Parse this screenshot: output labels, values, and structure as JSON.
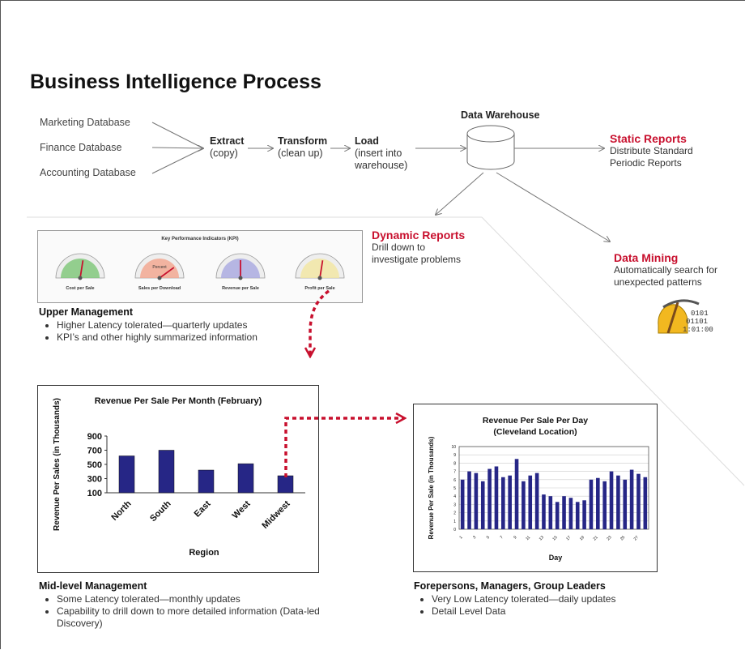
{
  "title": "Business Intelligence Process",
  "sources": [
    "Marketing Database",
    "Finance Database",
    "Accounting Database"
  ],
  "steps": {
    "extract": {
      "label": "Extract",
      "sub": "(copy)"
    },
    "transform": {
      "label": "Transform",
      "sub": "(clean up)"
    },
    "load": {
      "label": "Load",
      "sub1": "(insert into",
      "sub2": "warehouse)"
    }
  },
  "warehouse": {
    "label": "Data Warehouse"
  },
  "static_reports": {
    "title": "Static Reports",
    "line1": "Distribute Standard",
    "line2": "Periodic Reports"
  },
  "dynamic_reports": {
    "title": "Dynamic Reports",
    "line1": "Drill down to",
    "line2": "investigate problems"
  },
  "data_mining": {
    "title": "Data Mining",
    "line1": "Automatically search for",
    "line2": "unexpected patterns"
  },
  "kpi_panel": {
    "title": "Key Performance Indicators (KPI)",
    "gauges": [
      {
        "label": "Cost per Sale",
        "color": "#7cc576",
        "level": 0.55
      },
      {
        "label": "Sales per Download",
        "color": "#f2a48c",
        "level": 0.8,
        "inner": "Percent"
      },
      {
        "label": "Revenue per Sale",
        "color": "#a8a8e0",
        "level": 0.5
      },
      {
        "label": "Profit per Sale",
        "color": "#f2e6a0",
        "level": 0.55
      }
    ]
  },
  "upper": {
    "heading": "Upper Management",
    "bullets": [
      "Higher Latency tolerated—quarterly updates",
      "KPI’s and other highly summarized information"
    ]
  },
  "mid": {
    "heading": "Mid-level Management",
    "bullets": [
      "Some Latency tolerated—monthly updates",
      "Capability to drill down to more detailed information (Data-led Discovery)"
    ]
  },
  "fore": {
    "heading": "Forepersons, Managers, Group Leaders",
    "bullets": [
      "Very Low Latency tolerated—daily updates",
      "Detail Level Data"
    ]
  },
  "colors": {
    "bar": "#262686",
    "accent": "#c8102e",
    "dashed": "#c8102e"
  },
  "chart_data": [
    {
      "type": "bar",
      "title": "Revenue Per Sale Per Month (February)",
      "xlabel": "Region",
      "ylabel": "Revenue Per Sales (in Thousands)",
      "categories": [
        "North",
        "South",
        "East",
        "West",
        "Midwest"
      ],
      "values": [
        620,
        700,
        420,
        510,
        340
      ],
      "ylim": [
        100,
        900
      ],
      "yticks": [
        100,
        300,
        500,
        700,
        900
      ]
    },
    {
      "type": "bar",
      "title": "Revenue Per Sale Per Day",
      "subtitle": "(Cleveland Location)",
      "xlabel": "Day",
      "ylabel": "Revenue Per Sale (in Thousands)",
      "categories": [
        "1",
        "2",
        "3",
        "4",
        "5",
        "6",
        "7",
        "8",
        "9",
        "10",
        "11",
        "12",
        "13",
        "14",
        "15",
        "16",
        "17",
        "18",
        "19",
        "20",
        "21",
        "22",
        "23",
        "24",
        "25",
        "26",
        "27",
        "28"
      ],
      "tick_labels": [
        "1",
        "3",
        "5",
        "7",
        "9",
        "11",
        "13",
        "15",
        "17",
        "19",
        "21",
        "23",
        "25",
        "27"
      ],
      "values": [
        6,
        7,
        6.8,
        5.8,
        7.3,
        7.6,
        6.3,
        6.5,
        8.5,
        5.8,
        6.5,
        6.8,
        4.2,
        4,
        3.3,
        4,
        3.8,
        3.3,
        3.5,
        6,
        6.2,
        5.8,
        7,
        6.5,
        6,
        7.2,
        6.7,
        6.3
      ],
      "ylim": [
        0,
        10
      ],
      "yticks": [
        0,
        1,
        2,
        3,
        4,
        5,
        6,
        7,
        8,
        9,
        10
      ]
    }
  ]
}
